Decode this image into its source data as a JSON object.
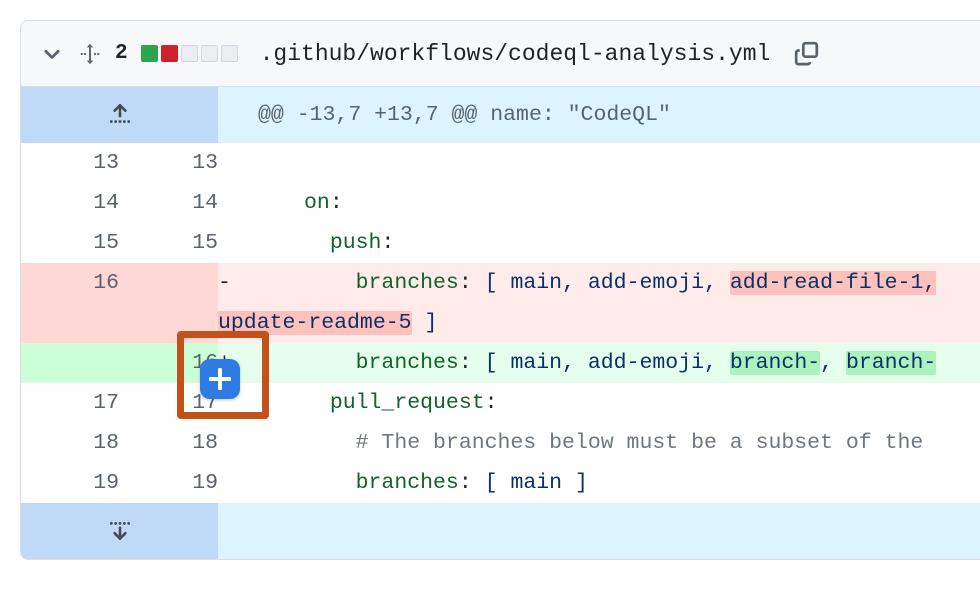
{
  "file_header": {
    "collapse_icon": "chevron-down-icon",
    "drag_icon": "drag-move-icon",
    "change_count": "2",
    "diffstat_blocks": [
      "added",
      "deleted",
      "neutral",
      "neutral",
      "neutral"
    ],
    "file_path": ".github/workflows/codeql-analysis.yml",
    "copy_icon": "copy-icon"
  },
  "hunk": {
    "expand_up_icon": "expand-up-icon",
    "header": "@@ -13,7 +13,7 @@ name: \"CodeQL\"",
    "expand_down_icon": "expand-down-icon"
  },
  "overlay": {
    "add_comment_label": "+",
    "highlight_color": "#c2521a",
    "add_button_color": "#2f7ce0"
  },
  "colors": {
    "added_block": "#2da44e",
    "deleted_block": "#cf222e",
    "neutral_block": "#eaeef2",
    "deletion_bg": "#ffebe9",
    "deletion_gutter": "#ffd7d5",
    "addition_bg": "#e6ffec",
    "addition_gutter": "#ccffd8",
    "hunk_bg": "#ddf4ff",
    "hunk_gutter": "#bfd9f7",
    "yaml_key": "#116329",
    "yaml_string": "#0a3069",
    "comment": "#6e7781"
  },
  "rows": [
    {
      "type": "context",
      "old": "13",
      "new": "13",
      "marker": "",
      "code": ""
    },
    {
      "type": "context",
      "old": "14",
      "new": "14",
      "marker": "",
      "code": "on:"
    },
    {
      "type": "context",
      "old": "15",
      "new": "15",
      "marker": "",
      "code": "  push:"
    },
    {
      "type": "deletion",
      "old": "16",
      "new": "",
      "marker": "-",
      "code": "    branches: [ main, add-emoji, add-read-file-1, update-readme-5 ]"
    },
    {
      "type": "addition",
      "old": "",
      "new": "16",
      "marker": "+",
      "code": "    branches: [ main, add-emoji, branch-, branch-"
    },
    {
      "type": "context",
      "old": "17",
      "new": "17",
      "marker": "",
      "code": "  pull_request:"
    },
    {
      "type": "context",
      "old": "18",
      "new": "18",
      "marker": "",
      "code": "    # The branches below must be a subset of the"
    },
    {
      "type": "context",
      "old": "19",
      "new": "19",
      "marker": "",
      "code": "    branches: [ main ]"
    }
  ]
}
